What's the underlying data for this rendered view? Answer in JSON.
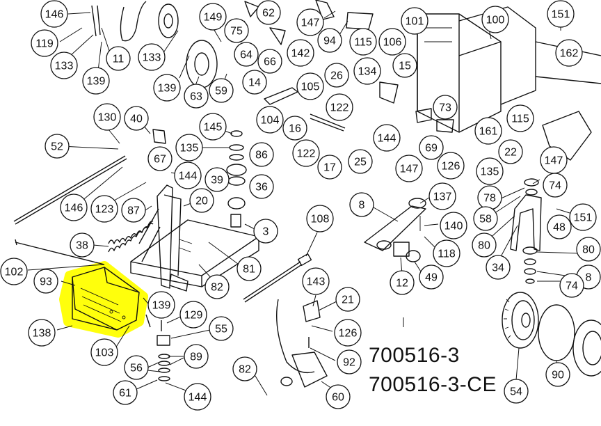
{
  "callouts": [
    {
      "id": "c146a",
      "label": "146"
    },
    {
      "id": "c119",
      "label": "119"
    },
    {
      "id": "c133a",
      "label": "133"
    },
    {
      "id": "c11",
      "label": "11"
    },
    {
      "id": "c139a",
      "label": "139"
    },
    {
      "id": "c133b",
      "label": "133"
    },
    {
      "id": "c149",
      "label": "149"
    },
    {
      "id": "c139b",
      "label": "139"
    },
    {
      "id": "c63",
      "label": "63"
    },
    {
      "id": "c59",
      "label": "59"
    },
    {
      "id": "c75",
      "label": "75"
    },
    {
      "id": "c62",
      "label": "62"
    },
    {
      "id": "c147a",
      "label": "147"
    },
    {
      "id": "c94",
      "label": "94"
    },
    {
      "id": "c115a",
      "label": "115"
    },
    {
      "id": "c101",
      "label": "101"
    },
    {
      "id": "c100",
      "label": "100"
    },
    {
      "id": "c151a",
      "label": "151"
    },
    {
      "id": "c64",
      "label": "64"
    },
    {
      "id": "c66",
      "label": "66"
    },
    {
      "id": "c142",
      "label": "142"
    },
    {
      "id": "c106",
      "label": "106"
    },
    {
      "id": "c162",
      "label": "162"
    },
    {
      "id": "c134",
      "label": "134"
    },
    {
      "id": "c15",
      "label": "15"
    },
    {
      "id": "c14",
      "label": "14"
    },
    {
      "id": "c105",
      "label": "105"
    },
    {
      "id": "c26",
      "label": "26"
    },
    {
      "id": "c104",
      "label": "104"
    },
    {
      "id": "c16",
      "label": "16"
    },
    {
      "id": "c122a",
      "label": "122"
    },
    {
      "id": "c73",
      "label": "73"
    },
    {
      "id": "c115b",
      "label": "115"
    },
    {
      "id": "c130",
      "label": "130"
    },
    {
      "id": "c40",
      "label": "40"
    },
    {
      "id": "c145",
      "label": "145"
    },
    {
      "id": "c161",
      "label": "161"
    },
    {
      "id": "c135a",
      "label": "135"
    },
    {
      "id": "c86",
      "label": "86"
    },
    {
      "id": "c144a",
      "label": "144"
    },
    {
      "id": "c69",
      "label": "69"
    },
    {
      "id": "c22",
      "label": "22"
    },
    {
      "id": "c52",
      "label": "52"
    },
    {
      "id": "c122b",
      "label": "122"
    },
    {
      "id": "c17",
      "label": "17"
    },
    {
      "id": "c25",
      "label": "25"
    },
    {
      "id": "c147b",
      "label": "147"
    },
    {
      "id": "c126a",
      "label": "126"
    },
    {
      "id": "c147c",
      "label": "147"
    },
    {
      "id": "c67",
      "label": "67"
    },
    {
      "id": "c144b",
      "label": "144"
    },
    {
      "id": "c39",
      "label": "39"
    },
    {
      "id": "c36",
      "label": "36"
    },
    {
      "id": "c135b",
      "label": "135"
    },
    {
      "id": "c146b",
      "label": "146"
    },
    {
      "id": "c123",
      "label": "123"
    },
    {
      "id": "c87",
      "label": "87"
    },
    {
      "id": "c20",
      "label": "20"
    },
    {
      "id": "c8",
      "label": "8"
    },
    {
      "id": "c137",
      "label": "137"
    },
    {
      "id": "c78",
      "label": "78"
    },
    {
      "id": "c74a",
      "label": "74"
    },
    {
      "id": "c58",
      "label": "58"
    },
    {
      "id": "c151b",
      "label": "151"
    },
    {
      "id": "c108",
      "label": "108"
    },
    {
      "id": "c140",
      "label": "140"
    },
    {
      "id": "c48",
      "label": "48"
    },
    {
      "id": "c3",
      "label": "3"
    },
    {
      "id": "c38",
      "label": "38"
    },
    {
      "id": "c80a",
      "label": "80"
    },
    {
      "id": "c118",
      "label": "118"
    },
    {
      "id": "c80b",
      "label": "80"
    },
    {
      "id": "c102",
      "label": "102"
    },
    {
      "id": "c81",
      "label": "81"
    },
    {
      "id": "c34",
      "label": "34"
    },
    {
      "id": "c12",
      "label": "12"
    },
    {
      "id": "c49",
      "label": "49"
    },
    {
      "id": "c93",
      "label": "93"
    },
    {
      "id": "c82a",
      "label": "82"
    },
    {
      "id": "c143",
      "label": "143"
    },
    {
      "id": "c8b",
      "label": "8"
    },
    {
      "id": "c74b",
      "label": "74"
    },
    {
      "id": "c139c",
      "label": "139"
    },
    {
      "id": "c21",
      "label": "21"
    },
    {
      "id": "c129",
      "label": "129"
    },
    {
      "id": "c138",
      "label": "138"
    },
    {
      "id": "c55",
      "label": "55"
    },
    {
      "id": "c126b",
      "label": "126"
    },
    {
      "id": "c103",
      "label": "103"
    },
    {
      "id": "c89",
      "label": "89"
    },
    {
      "id": "c92",
      "label": "92"
    },
    {
      "id": "c56",
      "label": "56"
    },
    {
      "id": "c90",
      "label": "90"
    },
    {
      "id": "c82b",
      "label": "82"
    },
    {
      "id": "c61",
      "label": "61"
    },
    {
      "id": "c144c",
      "label": "144"
    },
    {
      "id": "c60",
      "label": "60"
    },
    {
      "id": "c54",
      "label": "54"
    }
  ],
  "model_numbers": [
    "700516-3",
    "700516-3-CE"
  ],
  "highlight_color": "#ffff00"
}
